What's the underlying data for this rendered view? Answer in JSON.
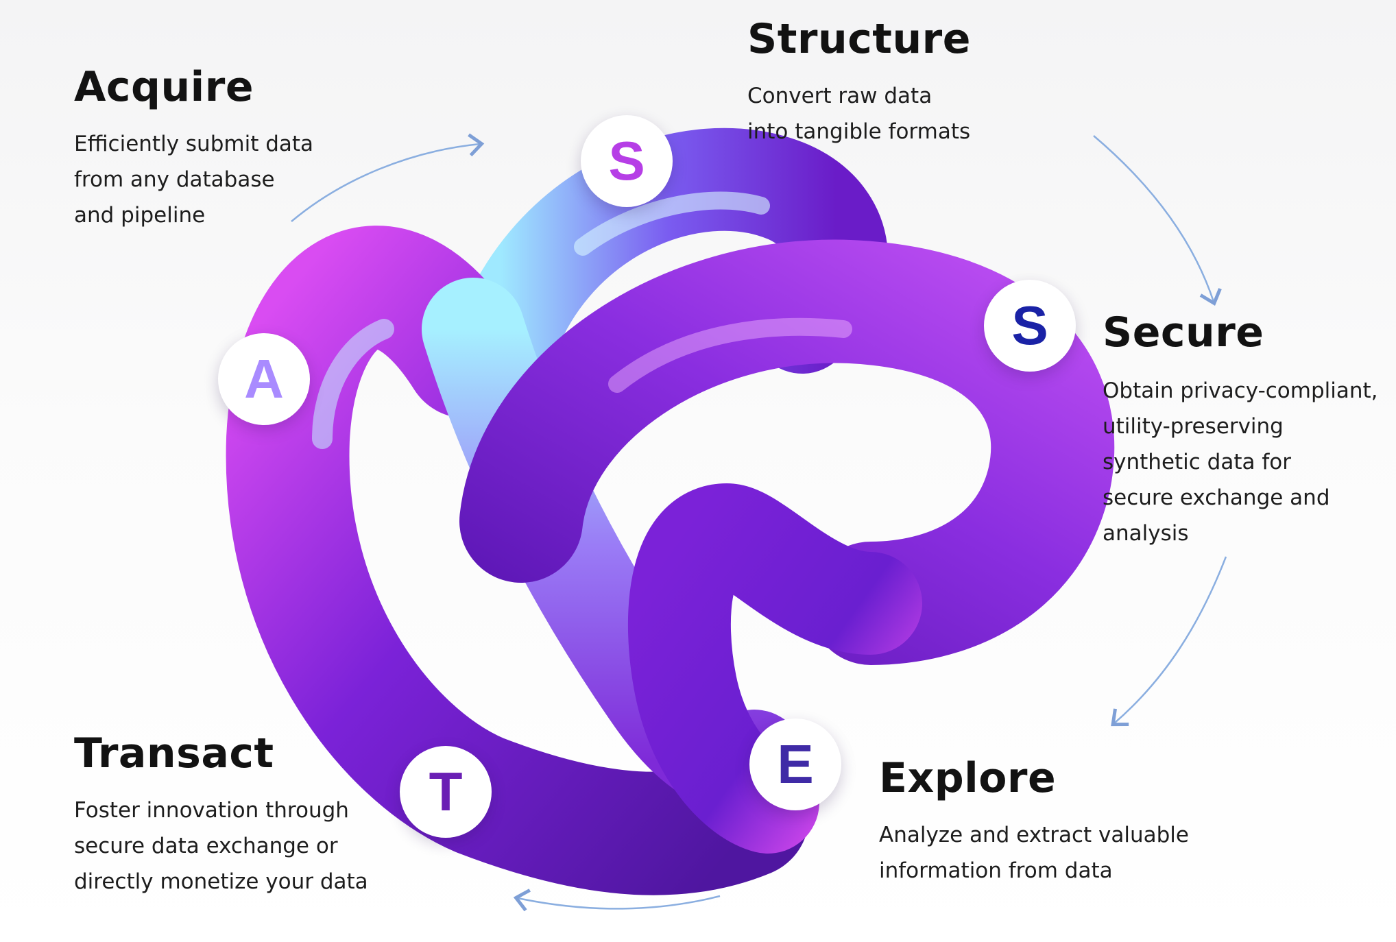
{
  "stages": [
    {
      "id": "acquire",
      "letter": "A",
      "letter_color": "#a98bff",
      "title": "Acquire",
      "lines": [
        "Efficiently submit data",
        "from any database",
        "and pipeline"
      ]
    },
    {
      "id": "structure",
      "letter": "S",
      "letter_color": "#b63ee6",
      "title": "Structure",
      "lines": [
        "Convert raw data",
        "into tangible formats"
      ]
    },
    {
      "id": "secure",
      "letter": "S",
      "letter_color": "#1a22a6",
      "title": "Secure",
      "lines": [
        "Obtain privacy-compliant,",
        "utility-preserving",
        "synthetic data for",
        "secure exchange and",
        "analysis"
      ]
    },
    {
      "id": "explore",
      "letter": "E",
      "letter_color": "#3f2aa6",
      "title": "Explore",
      "lines": [
        "Analyze and extract valuable",
        "information from data"
      ]
    },
    {
      "id": "transact",
      "letter": "T",
      "letter_color": "#6a1fb4",
      "title": "Transact",
      "lines": [
        "Foster innovation through",
        "secure data exchange or",
        "directly monetize your data"
      ]
    }
  ],
  "colors": {
    "tube_purple": "#7a1fd6",
    "tube_deep": "#4b148f",
    "tube_magenta": "#e84df0",
    "tube_cyan": "#8fe3ff",
    "arrow": "#8aaee0"
  }
}
